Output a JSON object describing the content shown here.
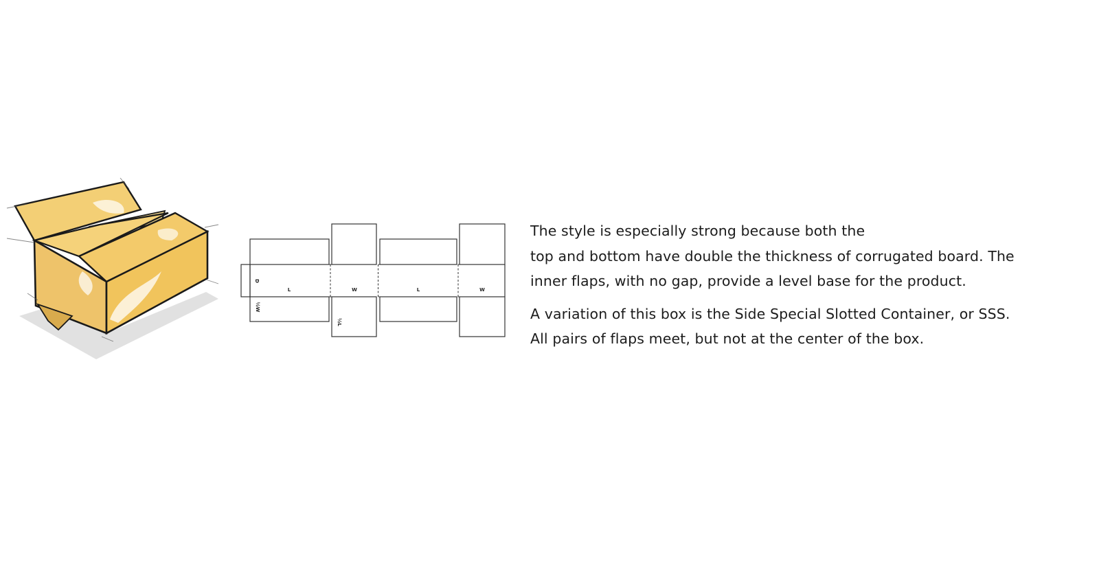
{
  "illustration": {
    "box_color": "#f1c763",
    "box_shadow_color": "#d4a33e",
    "ground_shadow_color": "#d9d9d9",
    "outline_color": "#1a1a1a"
  },
  "dieline": {
    "line_color": "#333333",
    "labels": {
      "depth": "D",
      "length_1": "L",
      "width_1": "W",
      "length_2": "L",
      "width_2": "W",
      "flap_1": "½W",
      "flap_2": "½L"
    }
  },
  "description": {
    "lines": [
      "The style is especially strong because both the",
      "top and bottom have double the thickness of corrugated board.  The",
      "inner flaps, with no gap, provide a level base for the product.",
      "A variation of this box is the Side Special Slotted Container, or SSS.",
      "All pairs of flaps meet, but not at the center of the box."
    ]
  }
}
